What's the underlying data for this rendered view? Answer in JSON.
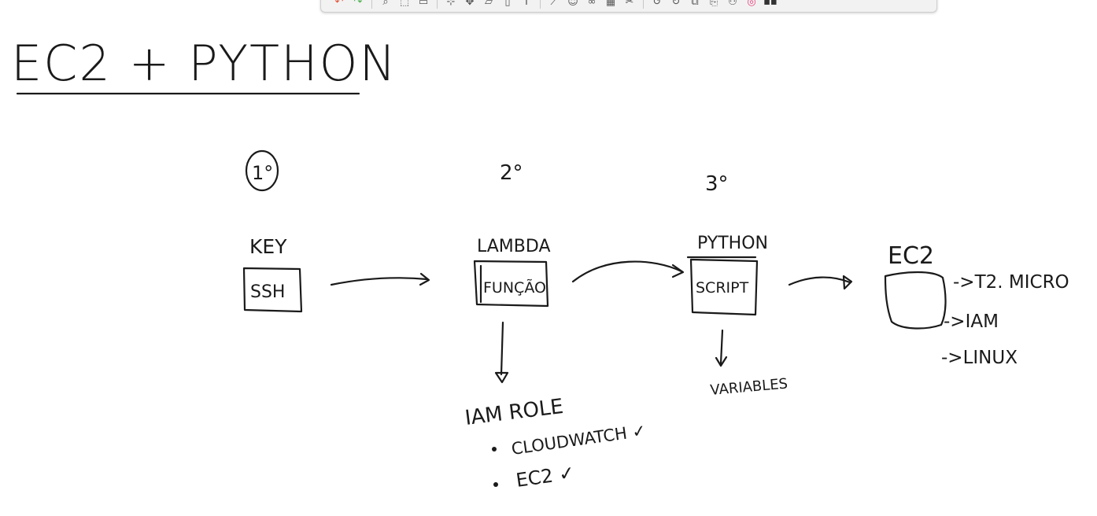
{
  "toolbar": {
    "tools": [
      {
        "icon": "undo-icon",
        "glyph": "↶",
        "color": "#e2553a"
      },
      {
        "icon": "redo-icon",
        "glyph": "↷",
        "color": "#4caf50"
      },
      {
        "icon": "lasso-icon",
        "glyph": "⌕",
        "color": "#555555"
      },
      {
        "icon": "select-icon",
        "glyph": "⬚",
        "color": "#555555"
      },
      {
        "icon": "rectangle-select-icon",
        "glyph": "▭",
        "color": "#555555"
      },
      {
        "icon": "crop-icon",
        "glyph": "⊹",
        "color": "#555555"
      },
      {
        "icon": "move-icon",
        "glyph": "✥",
        "color": "#555555"
      },
      {
        "icon": "shape-icon",
        "glyph": "▱",
        "color": "#555555"
      },
      {
        "icon": "page-icon",
        "glyph": "▯",
        "color": "#555555"
      },
      {
        "icon": "text-icon",
        "glyph": "T",
        "color": "#555555"
      },
      {
        "icon": "ruler-icon",
        "glyph": "⟋",
        "color": "#555555"
      },
      {
        "icon": "sticker-icon",
        "glyph": "☺",
        "color": "#555555"
      },
      {
        "icon": "link-icon",
        "glyph": "∞",
        "color": "#555555"
      },
      {
        "icon": "table-icon",
        "glyph": "▦",
        "color": "#555555"
      },
      {
        "icon": "scissors-icon",
        "glyph": "✂",
        "color": "#555555"
      },
      {
        "icon": "undo-arrow-icon",
        "glyph": "↺",
        "color": "#555555"
      },
      {
        "icon": "redo-arrow-icon",
        "glyph": "↻",
        "color": "#555555"
      },
      {
        "icon": "copy-icon",
        "glyph": "⧉",
        "color": "#555555"
      },
      {
        "icon": "paste-icon",
        "glyph": "⎘",
        "color": "#555555"
      },
      {
        "icon": "user-icon",
        "glyph": "⚇",
        "color": "#555555"
      },
      {
        "icon": "color-wheel-icon",
        "glyph": "◎",
        "color": "#e83b7a"
      },
      {
        "icon": "more-icon",
        "glyph": "▪▪",
        "color": "#333333"
      }
    ]
  },
  "whiteboard": {
    "title": "EC2 + PYTHON",
    "steps": [
      {
        "number": "1°",
        "label": "KEY",
        "box": "SSH"
      },
      {
        "number": "2°",
        "label": "LAMBDA",
        "box": "FUNÇÃO"
      },
      {
        "number": "3°",
        "label": "PYTHON",
        "box": "SCRIPT"
      }
    ],
    "ec2": {
      "label": "EC2",
      "notes": [
        "->T2. MICRO",
        "->IAM",
        "->LINUX"
      ]
    },
    "iam": {
      "title": "IAM ROLE",
      "items": [
        "CLOUDWATCH ✓",
        "EC2 ✓"
      ]
    },
    "script_note": "VARIABLES",
    "ink_color": "#1a1a1a"
  }
}
